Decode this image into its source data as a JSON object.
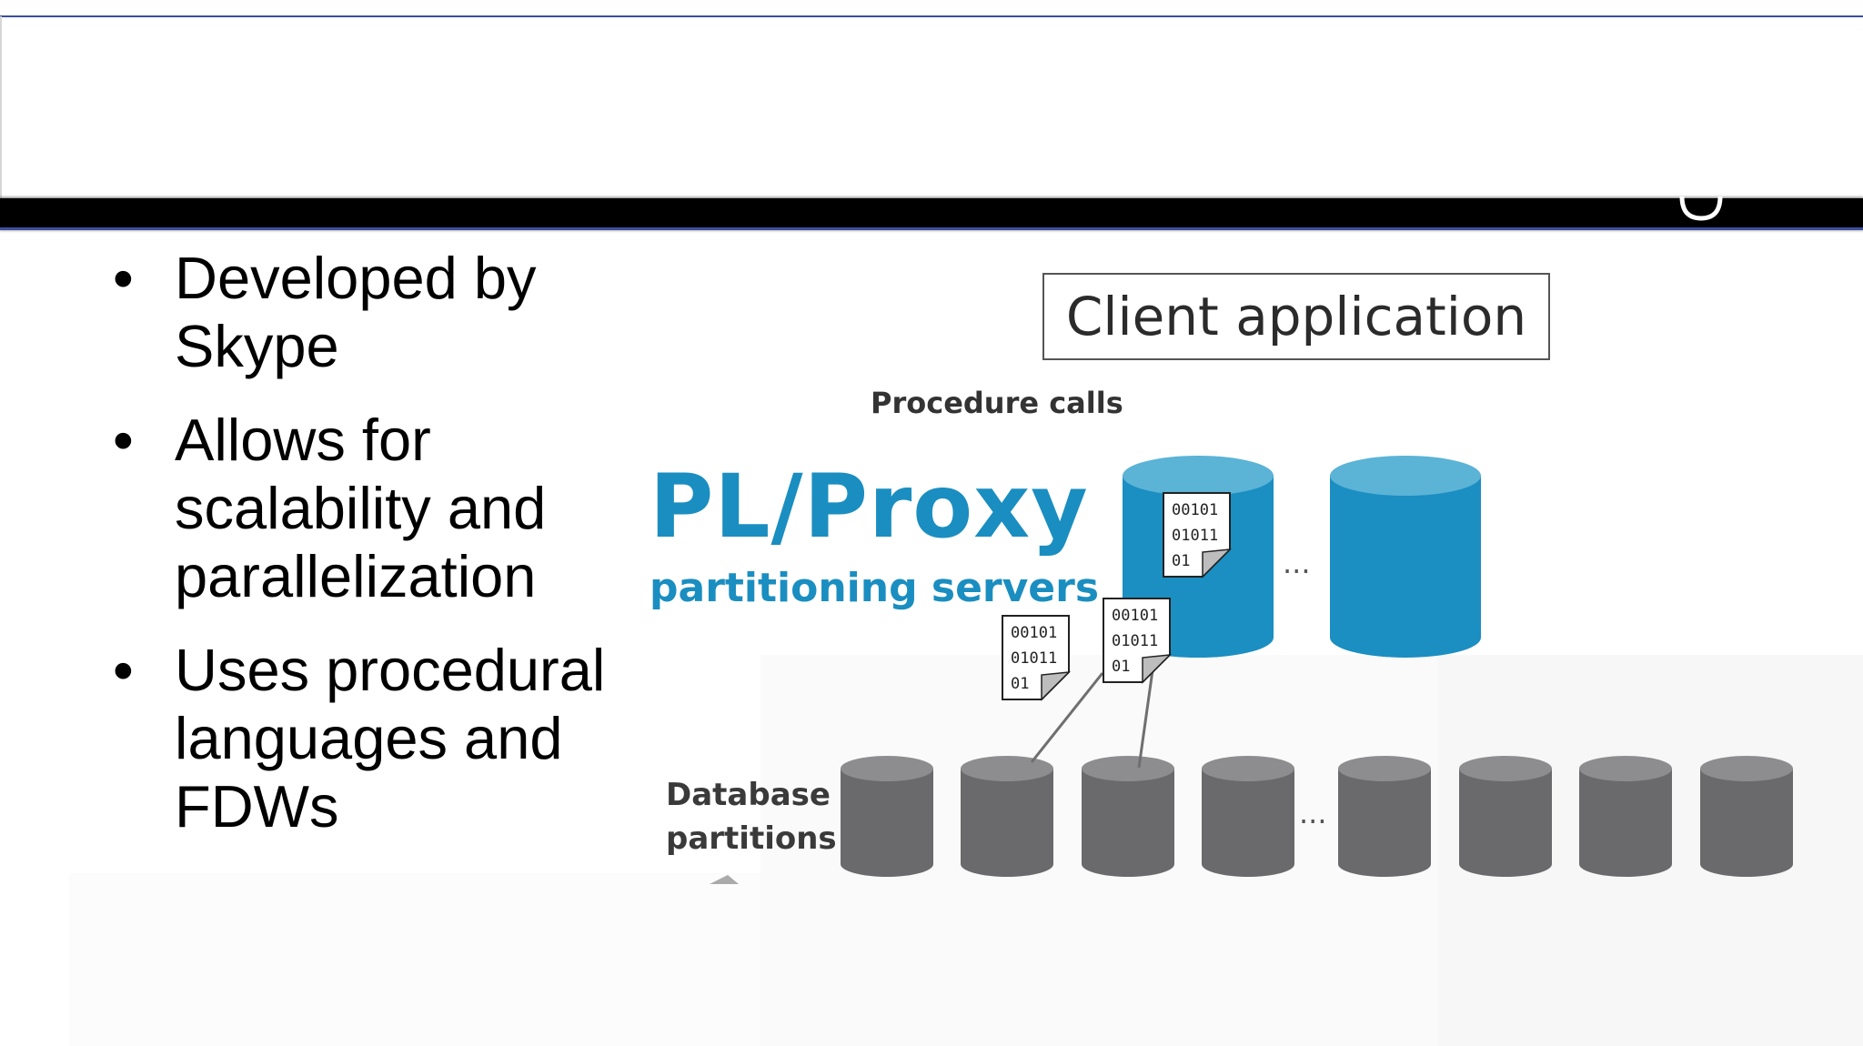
{
  "slide": {
    "bullets": [
      "Developed by Skype",
      "Allows for scalability and parallelization",
      "Uses procedural languages and FDWs"
    ],
    "bullet_symbol": "•"
  },
  "diagram": {
    "client_label": "Client application",
    "procedure_calls_label": "Procedure calls",
    "title": "PL/Proxy",
    "subtitle": "partitioning servers",
    "db_label": "Database partitions",
    "ellipsis": "...",
    "binary_lines": [
      "00101",
      "01011",
      "01"
    ],
    "colors": {
      "proxy_blue": "#1a8ec0",
      "server_cylinder": "#1b8ec2",
      "server_top": "#5bb3d6",
      "partition_cylinder": "#6a6a6c",
      "partition_top": "#8d8d8f",
      "slide_rule": "#3b4f9e"
    }
  }
}
